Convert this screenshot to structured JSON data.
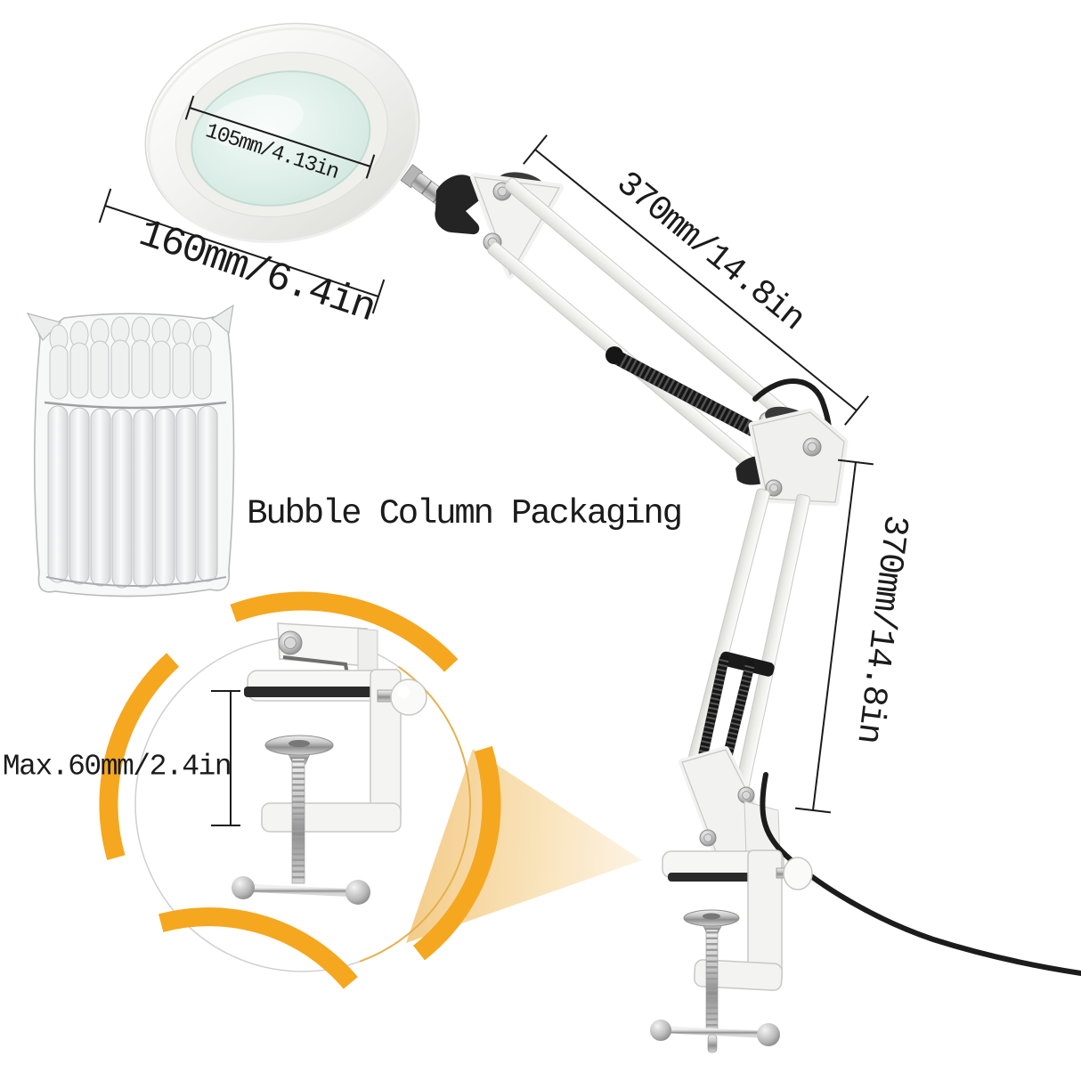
{
  "page": {
    "background": "#ffffff",
    "type": "product-dimension-diagram"
  },
  "colors": {
    "annotation": "#1b1b1b",
    "accent_orange": "#f5a71f",
    "beam_yellow": "#f4cd8c",
    "lamp_white": "#f2f2f0",
    "lens_tint": "#dcefe8",
    "metal_gray": "#b5b5b5",
    "cable_black": "#1c1c1c"
  },
  "annotations": {
    "lens_diameter": {
      "label": "105mm/4.13in"
    },
    "head_diameter": {
      "label": "160mm/6.4in"
    },
    "upper_arm_length": {
      "label": "370mm/14.8in"
    },
    "lower_arm_length": {
      "label": "370mm/14.8in"
    },
    "clamp_opening": {
      "label": "Max.60mm/2.4in"
    },
    "packaging_caption": {
      "label": "Bubble Column Packaging"
    }
  }
}
